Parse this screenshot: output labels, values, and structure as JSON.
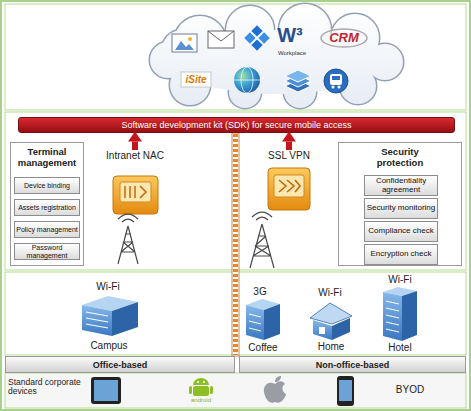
{
  "diagram": {
    "nodes": [
      {
        "text": [
          "Software development kit (SDK) for secure mobile access"
        ]
      },
      {
        "text": [
          "Terminal management"
        ]
      },
      {
        "text": [
          "Device binding"
        ],
        "in": 1
      },
      {
        "text": [
          "Assets registration"
        ],
        "in": 1
      },
      {
        "text": [
          "Policy management"
        ],
        "in": 1
      },
      {
        "text": [
          "Password management"
        ],
        "in": 1
      },
      {
        "text": [
          "Intranet NAC"
        ]
      },
      {
        "text": [
          "SSL VPN"
        ]
      },
      {
        "text": [
          "Security protection"
        ]
      },
      {
        "text": [
          "Confidentiality agreement"
        ],
        "in": 8
      },
      {
        "text": [
          "Security monitoring"
        ],
        "in": 8
      },
      {
        "text": [
          "Compliance check"
        ],
        "in": 8
      },
      {
        "text": [
          "Encryption check"
        ],
        "in": 8
      },
      {
        "text": [
          "Office-based"
        ]
      },
      {
        "text": [
          "Non-office-based"
        ]
      }
    ],
    "edges": [
      {
        "from": 6,
        "to": 0,
        "arrow": "to"
      },
      {
        "from": 7,
        "to": 0,
        "arrow": "to"
      }
    ],
    "labels": [
      "W³",
      "Workplace",
      "CRM",
      "iSite",
      "Wi-Fi",
      "3G",
      "Wi-Fi",
      "Wi-Fi",
      "Campus",
      "Coffee",
      "Home",
      "Hotel",
      "Standard corporate devices",
      "android",
      "BYOD"
    ]
  }
}
